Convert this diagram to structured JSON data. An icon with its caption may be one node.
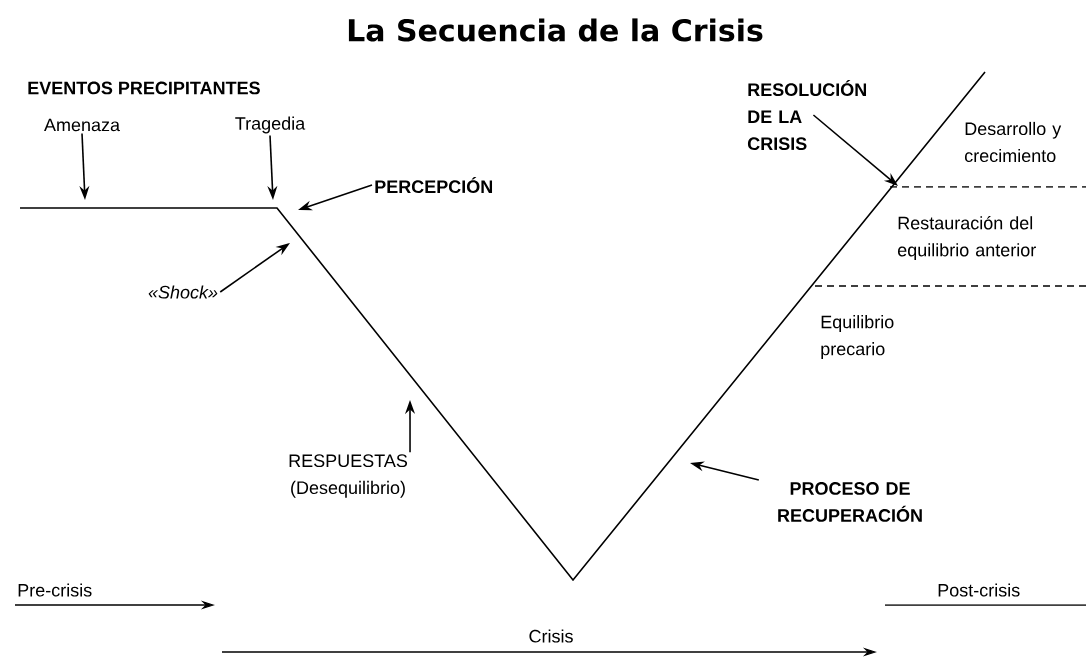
{
  "diagram": {
    "title": "La Secuencia de la Crisis",
    "nodes": [
      {
        "text": [
          "Amenaza"
        ]
      },
      {
        "text": [
          "Tragedia"
        ]
      },
      {
        "text": [
          "PERCEPCIÓN"
        ]
      },
      {
        "text": [
          "«Shock»"
        ]
      },
      {
        "text": [
          "RESPUESTAS",
          "(Desequilibrio)"
        ]
      },
      {
        "text": [
          "PROCESO DE RECUPERACIÓN"
        ]
      },
      {
        "text": [
          "RESOLUCIÓN DE LA CRISIS"
        ]
      }
    ],
    "edges": [
      {
        "from": 0,
        "to": null,
        "arrow": "to"
      },
      {
        "from": 1,
        "to": null,
        "arrow": "to"
      },
      {
        "from": 2,
        "to": null,
        "arrow": "to"
      },
      {
        "from": 3,
        "to": null,
        "arrow": "to"
      },
      {
        "from": 4,
        "to": null,
        "arrow": "to"
      },
      {
        "from": 5,
        "to": null,
        "arrow": "to"
      },
      {
        "from": 6,
        "to": null,
        "arrow": "to"
      }
    ],
    "labels": [
      "EVENTOS PRECIPITANTES",
      "Desarrollo y crecimiento",
      "Restauración del equilibrio anterior",
      "Equilibrio precario",
      "Pre-crisis",
      "Post-crisis",
      "Crisis"
    ]
  }
}
